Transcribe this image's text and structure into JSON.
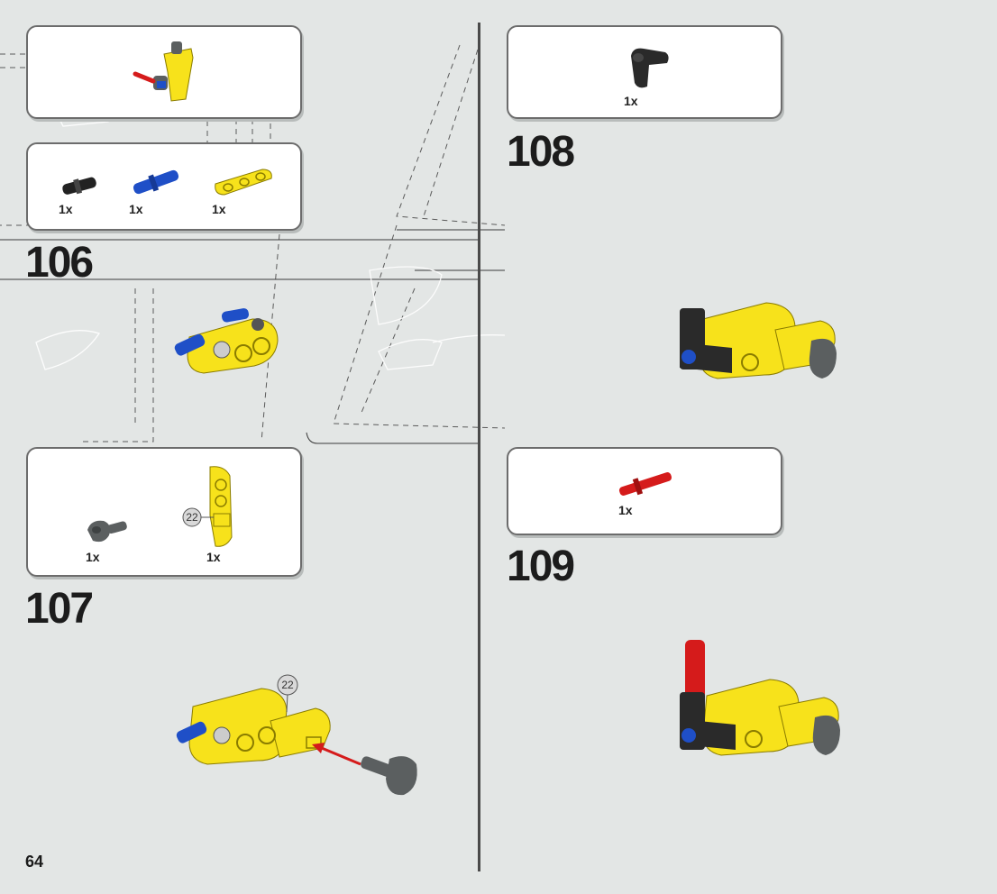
{
  "page": {
    "number": "64"
  },
  "steps": [
    {
      "number": "106",
      "parts": [
        {
          "icon": "black-pin-icon",
          "qty": "1x"
        },
        {
          "icon": "blue-axle-pin-icon",
          "qty": "1x"
        },
        {
          "icon": "yellow-beam-3-icon",
          "qty": "1x"
        }
      ]
    },
    {
      "number": "107",
      "parts": [
        {
          "icon": "dark-gray-connector-icon",
          "qty": "1x"
        },
        {
          "icon": "yellow-panel-icon",
          "qty": "1x"
        }
      ],
      "subassembly_badge": "22"
    },
    {
      "number": "108",
      "parts": [
        {
          "icon": "black-angle-connector-icon",
          "qty": "1x"
        }
      ]
    },
    {
      "number": "109",
      "parts": [
        {
          "icon": "red-axle-icon",
          "qty": "1x"
        }
      ]
    }
  ],
  "colors": {
    "background": "#e3e6e5",
    "yellow": "#f7e21b",
    "blue": "#1f4fc7",
    "red": "#d51b1b",
    "dark_gray": "#5b5f60",
    "black": "#222222"
  }
}
